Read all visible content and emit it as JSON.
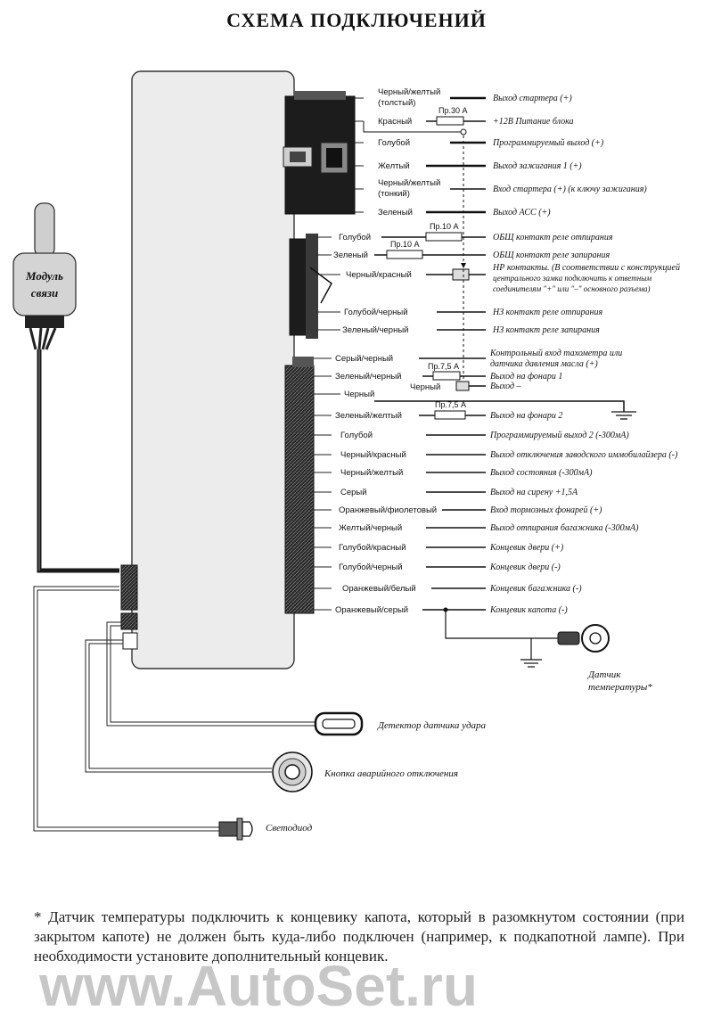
{
  "title": "СХЕМА ПОДКЛЮЧЕНИЙ",
  "module": {
    "line1": "Модуль",
    "line2": "связи"
  },
  "wires_group1": [
    {
      "color": "Черный/желтый",
      "note": "(толстый)",
      "func": "Выход стартера (+)"
    },
    {
      "color": "Красный",
      "note": "",
      "func": "+12В Питание блока",
      "fuse": "Пр.30 А"
    },
    {
      "color": "Голубой",
      "note": "",
      "func": "Программируемый выход (+)"
    },
    {
      "color": "Желтый",
      "note": "",
      "func": "Выход зажигания 1 (+)"
    },
    {
      "color": "Черный/желтый",
      "note": "(тонкий)",
      "func": "Вход стартера (+) (к ключу зажигания)"
    },
    {
      "color": "Зеленый",
      "note": "",
      "func": "Выход АСС (+)"
    }
  ],
  "wires_group2": [
    {
      "color": "Голубой",
      "func": "ОБЩ контакт реле отпирания",
      "fuse": "Пр.10 А"
    },
    {
      "color": "Зеленый",
      "func": "ОБЩ контакт реле запирания",
      "fuse": "Пр.10 А"
    },
    {
      "color": "Черный/красный",
      "func": "НР контакты. (В соответствии с конструкцией",
      "func2": "центрального замка подключить к ответным",
      "func3": "соединителям \"+\" или \"–\" основного разъема)"
    },
    {
      "color": "Голубой/черный",
      "func": "НЗ контакт реле отпирания"
    },
    {
      "color": "Зеленый/черный",
      "func": "НЗ контакт реле запирания"
    }
  ],
  "wires_group3": [
    {
      "color": "Серый/черный",
      "func": "Контрольный вход тахометра или",
      "func2": "датчика давления масла (+)"
    },
    {
      "color": "Зеленый/черный",
      "func": "Выход на фонари 1",
      "fuse": "Пр.7,5 А"
    },
    {
      "color": "Черный",
      "func": ""
    },
    {
      "color": "Зеленый/желтый",
      "func": "Выход на фонари 2",
      "fuse": "Пр.7,5 А"
    },
    {
      "color": "Голубой",
      "func": "Программируемый выход 2 (-300мА)"
    },
    {
      "color": "Черный/красный",
      "func": "Выход отключения заводского иммобилайзера (-)"
    },
    {
      "color": "Черный/желтый",
      "func": "Выход состояния (-300мА)"
    },
    {
      "color": "Серый",
      "func": "Выход на сирену +1,5А"
    },
    {
      "color": "Оранжевый/фиолетовый",
      "func": "Вход тормозных фонарей (+)"
    },
    {
      "color": "Желтый/черный",
      "func": "Выход отпирания багажника (-300мА)"
    },
    {
      "color": "Голубой/красный",
      "func": "Концевик двери (+)"
    },
    {
      "color": "Голубой/черный",
      "func": "Концевик двери (-)"
    },
    {
      "color": "Оранжевый/белый",
      "func": "Концевик багажника (-)"
    },
    {
      "color": "Оранжевый/серый",
      "func": "Концевик капота (-)"
    }
  ],
  "minus_label": "Выход –",
  "black_label": "Черный",
  "sensor": {
    "line1": "Датчик",
    "line2": "температуры*"
  },
  "devices": {
    "shock": "Детектор датчика удара",
    "emergency": "Кнопка аварийного отключения",
    "led": "Светодиод"
  },
  "footnote": "* Датчик температуры подключить к концевику капота, который в разомкнутом состоянии (при закрытом капоте) не должен быть куда-либо подключен (например, к подкапотной лампе). При необходимости установите дополнительный концевик.",
  "watermark": "www.AutoSet.ru"
}
